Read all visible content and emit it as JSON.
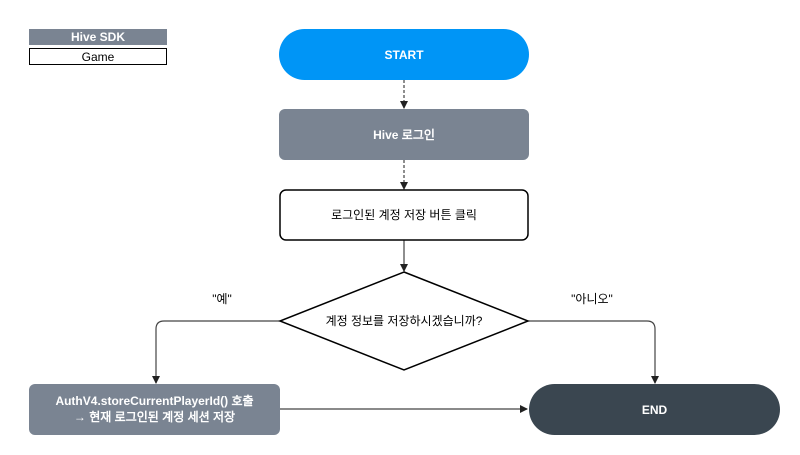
{
  "legend": {
    "hive_sdk_label": "Hive SDK",
    "game_label": "Game"
  },
  "flow": {
    "start_label": "START",
    "hive_login_label": "Hive 로그인",
    "save_button_label": "로그인된 계정 저장 버튼 클릭",
    "decision_label": "계정 정보를 저장하시겠습니까?",
    "yes_label": "\"예\"",
    "no_label": "\"아니오\"",
    "sdk_call_line1": "AuthV4.storeCurrentPlayerId() 호출",
    "sdk_call_line2": "→ 현재 로그인된 계정 세션 저장",
    "end_label": "END"
  },
  "colors": {
    "start_fill": "#0095f6",
    "sdk_fill": "#7a8492",
    "end_fill": "#3a4650",
    "stroke": "#000000",
    "edge": "#444444"
  }
}
